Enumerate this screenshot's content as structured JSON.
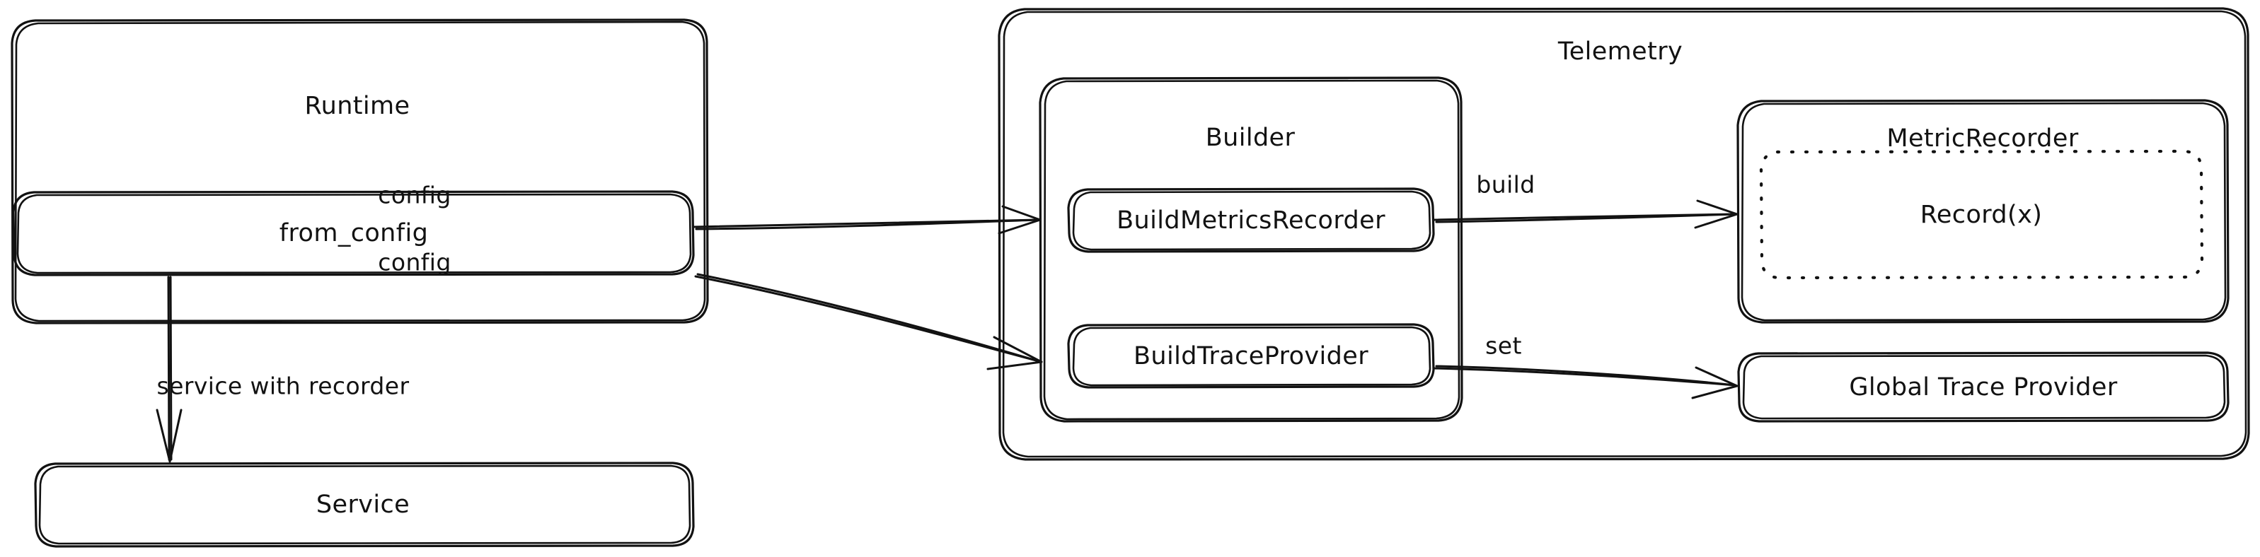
{
  "diagram": {
    "type": "architecture-flow",
    "style": "hand-drawn",
    "background_color": "#ffffff",
    "stroke_color": "#121212"
  },
  "nodes": {
    "runtime": {
      "label": "Runtime",
      "shape": "rounded-rectangle",
      "children": [
        "from_config"
      ]
    },
    "from_config": {
      "label": "from_config",
      "shape": "rounded-rectangle"
    },
    "service": {
      "label": "Service",
      "shape": "rounded-rectangle"
    },
    "telemetry": {
      "label": "Telemetry",
      "shape": "rounded-rectangle",
      "children": [
        "builder",
        "metric_recorder",
        "global_trace_provider"
      ]
    },
    "builder": {
      "label": "Builder",
      "shape": "rounded-rectangle",
      "children": [
        "build_metrics_recorder",
        "build_trace_provider"
      ]
    },
    "build_metrics_recorder": {
      "label": "BuildMetricsRecorder",
      "shape": "rounded-rectangle"
    },
    "build_trace_provider": {
      "label": "BuildTraceProvider",
      "shape": "rounded-rectangle"
    },
    "metric_recorder": {
      "label": "MetricRecorder",
      "shape": "rounded-rectangle",
      "children": [
        "record_x"
      ]
    },
    "record_x": {
      "label": "Record(x)",
      "shape": "rounded-rectangle-dotted"
    },
    "global_trace_provider": {
      "label": "Global Trace Provider",
      "shape": "rounded-rectangle"
    }
  },
  "edges": [
    {
      "id": "edge-config-metrics",
      "label": "config",
      "from": "from_config",
      "to": "build_metrics_recorder",
      "arrowhead": "open"
    },
    {
      "id": "edge-config-trace",
      "label": "config",
      "from": "from_config",
      "to": "build_trace_provider",
      "arrowhead": "open"
    },
    {
      "id": "edge-service-with-recorder",
      "label": "service with recorder",
      "from": "from_config",
      "to": "service",
      "arrowhead": "open"
    },
    {
      "id": "edge-build",
      "label": "build",
      "from": "build_metrics_recorder",
      "to": "metric_recorder",
      "arrowhead": "open"
    },
    {
      "id": "edge-set",
      "label": "set",
      "from": "build_trace_provider",
      "to": "global_trace_provider",
      "arrowhead": "open"
    }
  ]
}
